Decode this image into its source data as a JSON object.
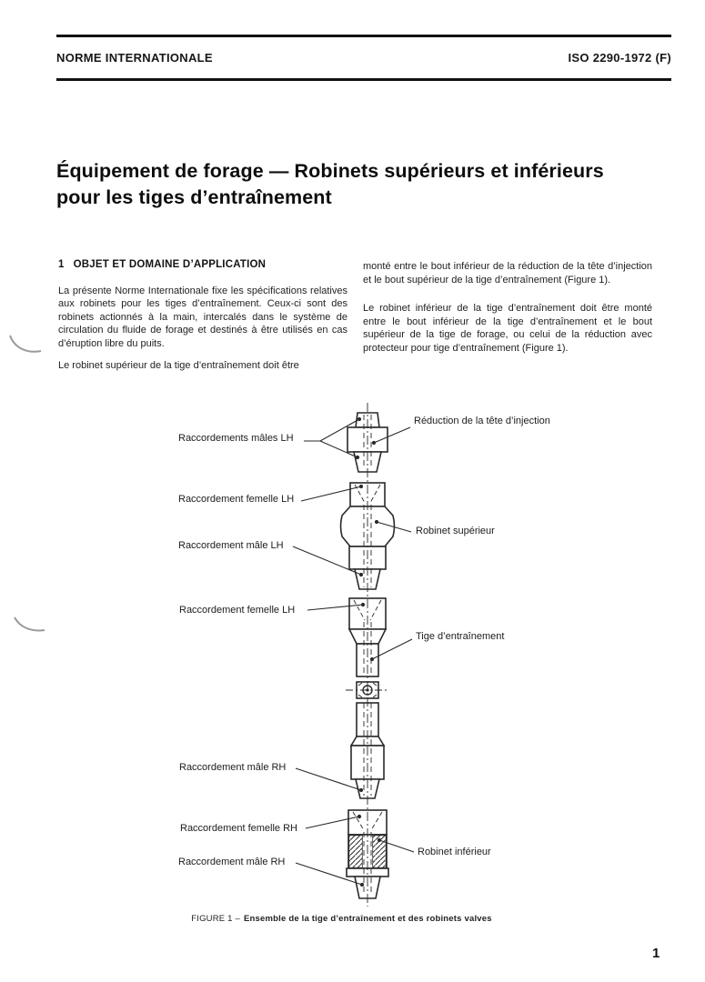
{
  "header": {
    "doc_type": "NORME INTERNATIONALE",
    "doc_ref": "ISO 2290-1972 (F)"
  },
  "title": {
    "line1": "Équipement de forage — Robinets supérieurs et inférieurs",
    "line2": "pour les tiges d’entraînement"
  },
  "section": {
    "number": "1",
    "heading": "OBJET ET DOMAINE D’APPLICATION",
    "left_col": {
      "p1": "La présente Norme Internationale fixe les spécifications relatives aux robinets pour les tiges d’entraînement. Ceux-ci sont des robinets actionnés à la main, intercalés dans le système de circulation du fluide de forage et destinés à être utilisés en cas d’éruption libre du puits.",
      "p2": "Le robinet supérieur de la tige d’entraînement doit être"
    },
    "right_col": {
      "p1": "monté entre le bout inférieur de la réduction de la tête d’injection et le bout supérieur de la tige d’entraînement (Figure 1).",
      "p2": "Le robinet inférieur de la tige d’entraînement doit être monté entre le bout inférieur de la tige d’entraînement et le bout supérieur de la tige de forage, ou celui de la réduction avec protecteur pour tige d’entraînement (Figure 1)."
    }
  },
  "figure": {
    "labels_left": [
      "Raccordements mâles LH",
      "Raccordement femelle LH",
      "Raccordement mâle LH",
      "Raccordement femelle LH",
      "Raccordement mâle RH",
      "Raccordement femelle RH",
      "Raccordement mâle RH"
    ],
    "labels_right": [
      "Réduction de la tête d’injection",
      "Robinet supérieur",
      "Tige d’entraînement",
      "Robinet inférieur"
    ],
    "caption": {
      "prefix": "FIGURE 1 –",
      "text": "Ensemble de la tige d’entraînement et des robinets valves"
    }
  },
  "page_number": "1",
  "colors": {
    "ink": "#1a1a1a",
    "drawing_line": "#2a2a2a",
    "rule": "#111111",
    "margin_mark": "#9a9a9a"
  }
}
